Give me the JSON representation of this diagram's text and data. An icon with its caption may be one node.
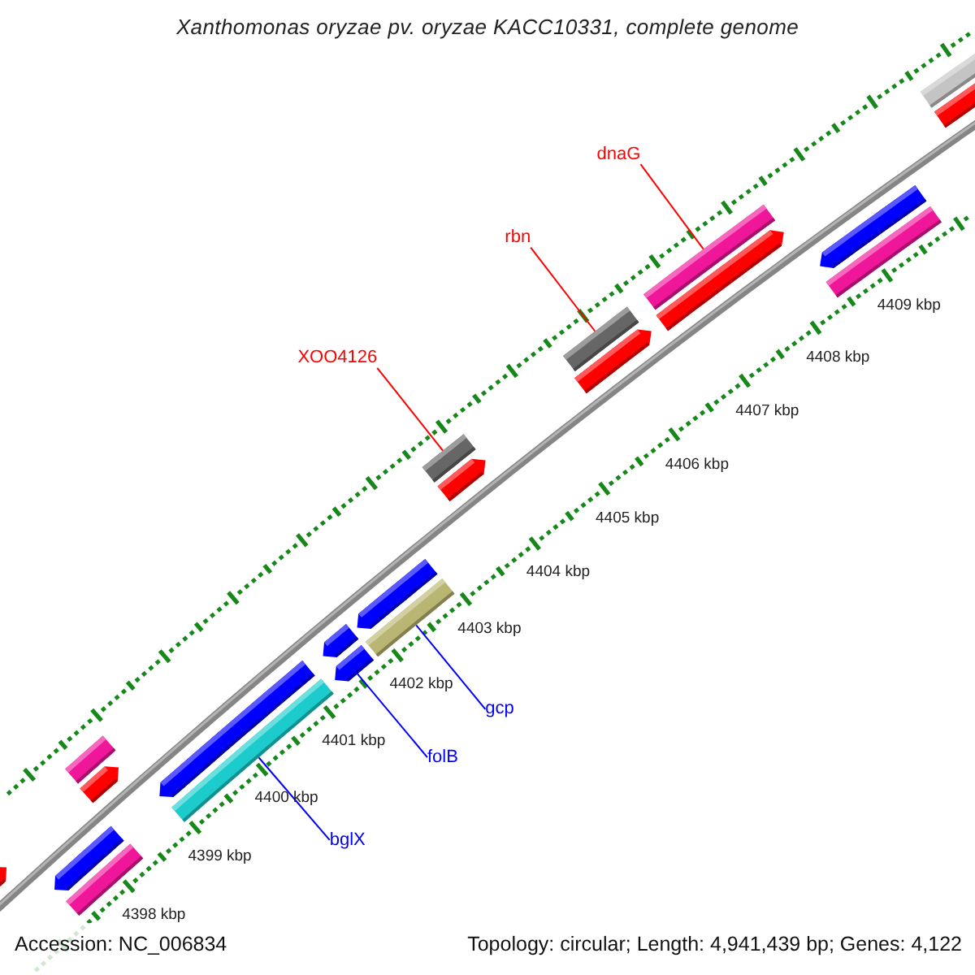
{
  "diagram": {
    "title": "Xanthomonas oryzae pv. oryzae KACC10331, complete genome",
    "nodes": [
      {
        "text": [
          "dnaG"
        ]
      },
      {
        "text": [
          "rbn"
        ]
      },
      {
        "text": [
          "XOO4126"
        ]
      },
      {
        "text": [
          "gcp"
        ]
      },
      {
        "text": [
          "folB"
        ]
      },
      {
        "text": [
          "bglX"
        ]
      },
      {
        "text": [],
        "shape": "bar"
      },
      {
        "text": [],
        "shape": "bar"
      },
      {
        "text": [],
        "shape": "bar"
      },
      {
        "text": [],
        "shape": "bar"
      },
      {
        "text": [],
        "shape": "bar"
      },
      {
        "text": [],
        "shape": "bar"
      },
      {
        "text": [],
        "shape": "bar"
      },
      {
        "text": [],
        "shape": "bar"
      },
      {
        "text": [],
        "shape": "bar"
      },
      {
        "text": [],
        "shape": "bar"
      },
      {
        "text": [],
        "shape": "bar"
      },
      {
        "text": [],
        "shape": "bar"
      },
      {
        "text": [],
        "shape": "bar"
      },
      {
        "text": [],
        "shape": "bar"
      },
      {
        "text": [],
        "shape": "bar"
      },
      {
        "text": [],
        "shape": "bar"
      },
      {
        "text": [],
        "shape": "bar"
      },
      {
        "text": [],
        "shape": "bar"
      },
      {
        "text": [],
        "shape": "bar"
      },
      {
        "text": [],
        "shape": "bar"
      },
      {
        "text": [],
        "shape": "bar"
      }
    ],
    "edges": [
      {
        "from": 0,
        "to": 21,
        "arrow": "none",
        "color": "#ff0000"
      },
      {
        "from": 1,
        "to": 19,
        "arrow": "none",
        "color": "#ff0000"
      },
      {
        "from": 2,
        "to": 17,
        "arrow": "none",
        "color": "#ff0000"
      },
      {
        "from": 3,
        "to": 16,
        "arrow": "none",
        "color": "#0000ff"
      },
      {
        "from": 4,
        "to": 14,
        "arrow": "none",
        "color": "#0000ff"
      },
      {
        "from": 5,
        "to": 12,
        "arrow": "none",
        "color": "#0000ff"
      }
    ],
    "labels": [
      "4409 kbp",
      "4408 kbp",
      "4407 kbp",
      "4406 kbp",
      "4405 kbp",
      "4404 kbp",
      "4403 kbp",
      "4402 kbp",
      "4401 kbp",
      "4400 kbp",
      "4399 kbp",
      "4398 kbp",
      "Accession: NC_006834",
      "Topology: circular; Length: 4,941,439 bp; Genes: 4,122"
    ]
  }
}
